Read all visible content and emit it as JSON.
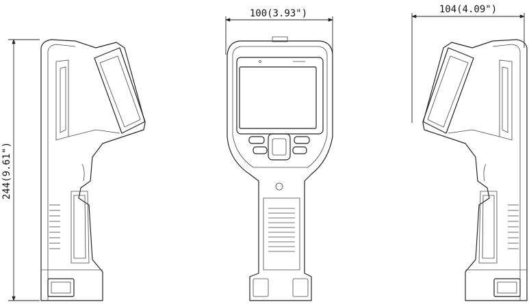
{
  "dimensions": {
    "front_width": "100(3.93\")",
    "side_depth": "104(4.09\")",
    "height": "244(9.61\")"
  }
}
